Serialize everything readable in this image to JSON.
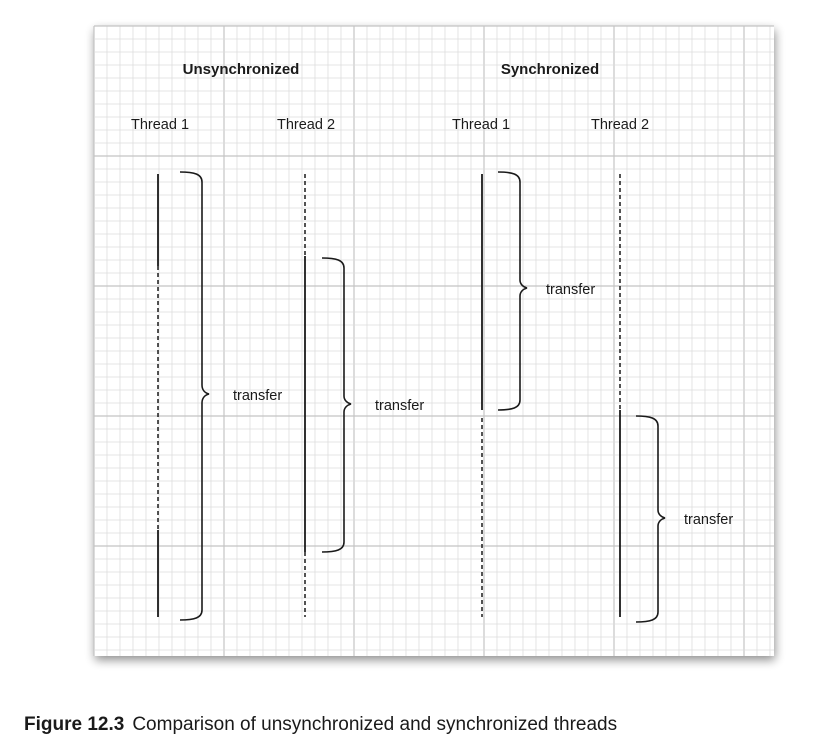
{
  "colors": {
    "paper": "#ffffff",
    "grid_minor": "#dddddd",
    "grid_major": "#c4c4c4",
    "ink": "#1a1a1a"
  },
  "diagram": {
    "panels": [
      {
        "heading": "Unsynchronized",
        "threads": [
          {
            "label": "Thread 1",
            "segments": [
              "active",
              "waiting",
              "active"
            ]
          },
          {
            "label": "Thread 2",
            "segments": [
              "waiting",
              "active",
              "waiting"
            ]
          }
        ],
        "transfers": [
          {
            "label": "transfer",
            "thread": "Thread 1"
          },
          {
            "label": "transfer",
            "thread": "Thread 2"
          }
        ]
      },
      {
        "heading": "Synchronized",
        "threads": [
          {
            "label": "Thread 1",
            "segments": [
              "active",
              "waiting"
            ]
          },
          {
            "label": "Thread 2",
            "segments": [
              "waiting",
              "active"
            ]
          }
        ],
        "transfers": [
          {
            "label": "transfer",
            "thread": "Thread 1"
          },
          {
            "label": "transfer",
            "thread": "Thread 2"
          }
        ]
      }
    ]
  },
  "caption": {
    "number": "Figure 12.3",
    "text": "Comparison of unsynchronized and synchronized threads"
  }
}
